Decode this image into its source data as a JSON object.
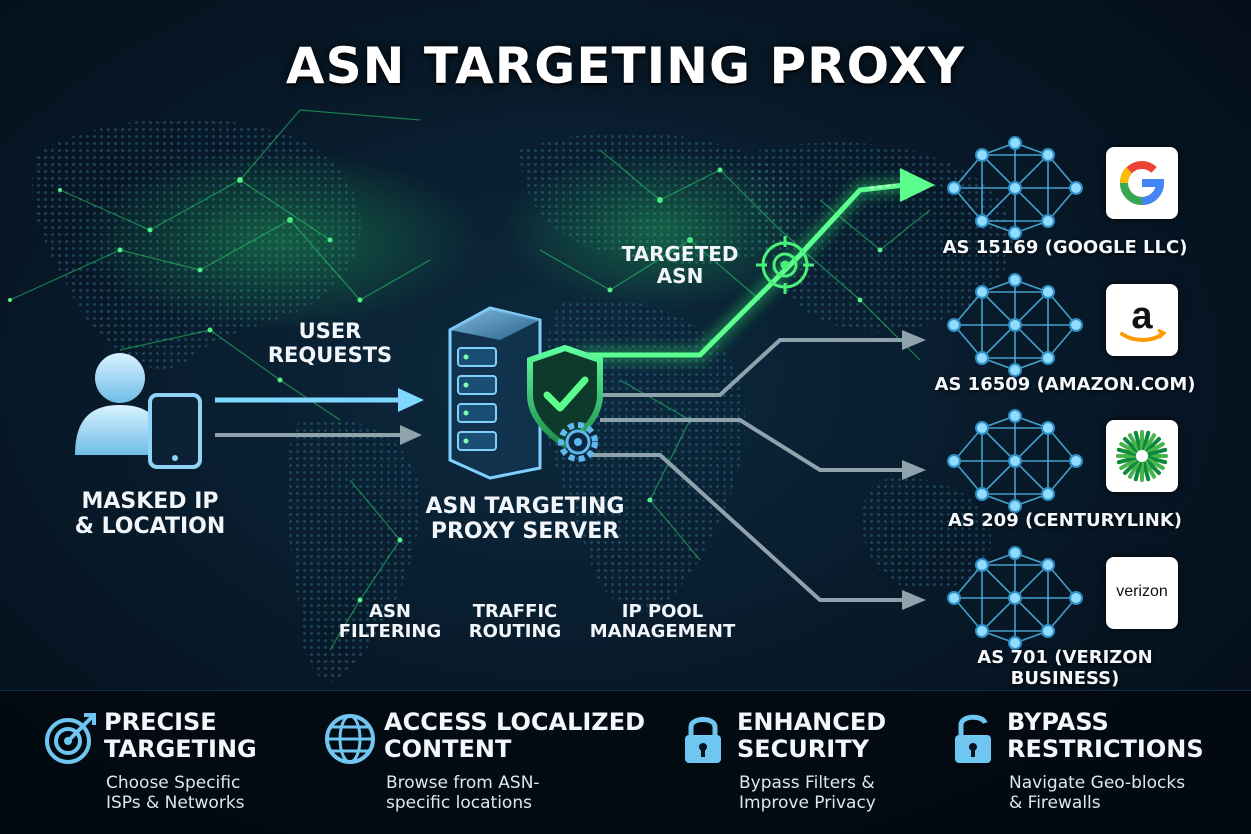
{
  "title": "ASN TARGETING PROXY",
  "user": {
    "line1": "MASKED IP",
    "line2": "& LOCATION"
  },
  "user_requests": {
    "line1": "USER",
    "line2": "REQUESTS"
  },
  "server": {
    "line1": "ASN TARGETING",
    "line2": "PROXY SERVER"
  },
  "targeted": {
    "line1": "TARGETED",
    "line2": "ASN"
  },
  "functions": [
    {
      "line1": "ASN",
      "line2": "FILTERING"
    },
    {
      "line1": "TRAFFIC",
      "line2": "ROUTING"
    },
    {
      "line1": "IP POOL",
      "line2": "MANAGEMENT"
    }
  ],
  "asns": [
    {
      "label": "AS 15169 (GOOGLE LLC)",
      "logo": "google-logo"
    },
    {
      "label": "AS 16509 (AMAZON.COM)",
      "logo": "amazon-logo"
    },
    {
      "label": "AS 209 (CENTURYLINK)",
      "logo": "centurylink-logo"
    },
    {
      "label": "AS 701 (VERIZON BUSINESS)",
      "logo": "verizon-logo",
      "logo_text": "verizon"
    }
  ],
  "features": [
    {
      "icon": "target-icon",
      "h1": "PRECISE",
      "h2": "TARGETING",
      "s1": "Choose Specific",
      "s2": "ISPs & Networks"
    },
    {
      "icon": "globe-icon",
      "h1": "ACCESS LOCALIZED",
      "h2": "CONTENT",
      "s1": "Browse from ASN-",
      "s2": "specific locations"
    },
    {
      "icon": "lock-icon",
      "h1": "ENHANCED",
      "h2": "SECURITY",
      "s1": "Bypass Filters &",
      "s2": "Improve Privacy"
    },
    {
      "icon": "unlock-icon",
      "h1": "BYPASS",
      "h2": "RESTRICTIONS",
      "s1": "Navigate Geo-blocks",
      "s2": "& Firewalls"
    }
  ],
  "colors": {
    "accent_green": "#39e46a",
    "accent_blue": "#4fc3f7",
    "arrow_gray": "#8fa3ad",
    "background": "#06121f"
  }
}
